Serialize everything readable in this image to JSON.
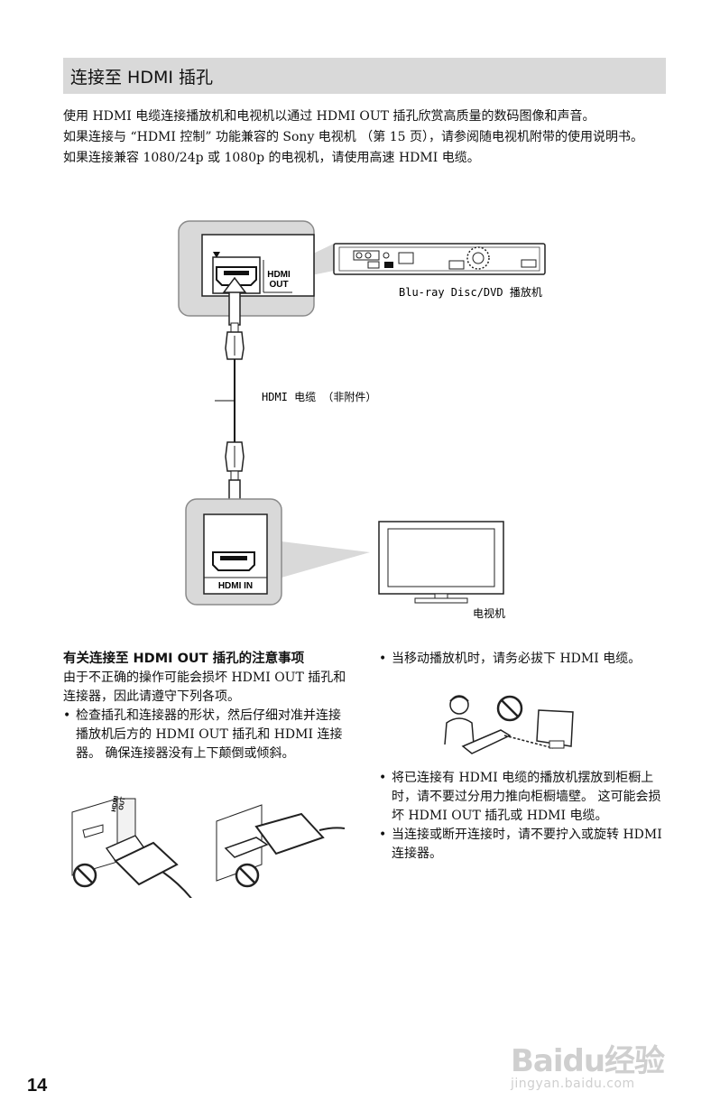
{
  "section": {
    "title": "连接至 HDMI 插孔"
  },
  "intro": {
    "p1": "使用 HDMI 电缆连接播放机和电视机以通过 HDMI OUT 插孔欣赏高质量的数码图像和声音。",
    "p2": "如果连接与 “HDMI 控制” 功能兼容的 Sony 电视机 （第 15 页），请参阅随电视机附带的使用说明书。",
    "p3": "如果连接兼容 1080/24p 或 1080p 的电视机，请使用高速 HDMI 电缆。"
  },
  "diagram": {
    "port_out_label_1": "HDMI",
    "port_out_label_2": "OUT",
    "player_label": "Blu-ray Disc/DVD 播放机",
    "cable_label": "HDMI 电缆 （非附件）",
    "port_in_label": "HDMI IN",
    "tv_label": "电视机"
  },
  "notes": {
    "heading": "有关连接至 HDMI OUT 插孔的注意事项",
    "lead": "由于不正确的操作可能会损坏 HDMI OUT 插孔和连接器，因此请遵守下列各项。",
    "left_bullets": [
      "检查插孔和连接器的形状，然后仔细对准并连接播放机后方的 HDMI OUT 插孔和 HDMI 连接器。 确保连接器没有上下颠倒或倾斜。"
    ],
    "right_bullets": [
      "当移动播放机时，请务必拔下 HDMI 电缆。",
      "将已连接有 HDMI 电缆的播放机摆放到柜橱上时，请不要过分用力推向柜橱墙壁。 这可能会损坏 HDMI OUT 插孔或 HDMI 电缆。",
      "当连接或断开连接时，请不要拧入或旋转 HDMI 连接器。"
    ],
    "illus_out_1": "HDMI",
    "illus_out_2": "OUT"
  },
  "page_number": "14",
  "watermark": {
    "brand": "Baidu经验",
    "url": "jingyan.baidu.com"
  }
}
